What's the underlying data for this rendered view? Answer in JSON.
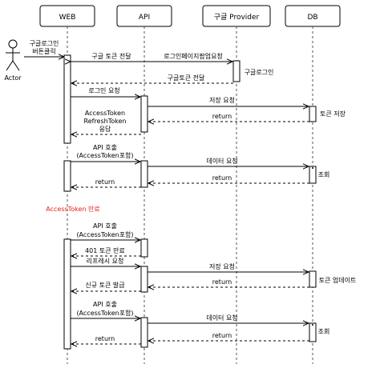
{
  "participants": {
    "actor": "Actor",
    "web": "WEB",
    "api": "API",
    "provider": "구글 Provider",
    "db": "DB"
  },
  "notes": {
    "actor_click": [
      "구글로그인",
      "버튼클릭"
    ],
    "provider_login": "구글로그인",
    "db_store": "토큰 저장",
    "db_query_1": "조회",
    "db_update": "토큰 업데이트",
    "db_query_2": "조회",
    "token_expired": "AccessToken 만료"
  },
  "messages": {
    "m1": "구글 토큰 전달",
    "m2": "로그인페이지팝업요청",
    "m3": "구글토큰 전달",
    "m4": "로그인 요청",
    "m5": "저장 요청",
    "m6": "return",
    "m7": [
      "AccessToken",
      "RefreshToken",
      "응답"
    ],
    "m8": [
      "API 호출",
      "(AccessToken포함)"
    ],
    "m9": "데이터 요청",
    "m10": "return",
    "m11": "return",
    "m12": [
      "API 호출",
      "(AccessToken포함)"
    ],
    "m13": "401 토큰 만료",
    "m14": "리프레시 요청",
    "m15": "저장 요청",
    "m16": "return",
    "m17": "신규 토큰 발급",
    "m18": [
      "API 호출",
      "(AccessToken포함)"
    ],
    "m19": "데이터 요청",
    "m20": "return",
    "m21": "return"
  },
  "colors": {
    "line": "#000000",
    "lifeline": "#555555",
    "expired_text": "#e8211a"
  }
}
